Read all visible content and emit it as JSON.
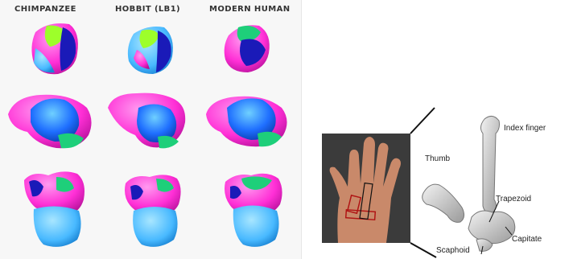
{
  "left_panel": {
    "columns": [
      "CHIMPANZEE",
      "HOBBIT (LB1)",
      "MODERN HUMAN"
    ],
    "colors": {
      "pink": "#ff2fd6",
      "blue": "#1f6fff",
      "light_blue": "#48b9ff",
      "dark_blue": "#1a1ab8",
      "green": "#1ecf7a",
      "yellow_green": "#9dff2a"
    }
  },
  "right_panel": {
    "labels": {
      "index_finger": "Index finger",
      "thumb": "Thumb",
      "trapezoid": "Trapezoid",
      "capitate": "Capitate",
      "scaphoid": "Scaphoid"
    },
    "colors": {
      "outline": "#111111",
      "bone": "#d8d8d8",
      "skin": "#c9896a",
      "box": "#b01515"
    }
  }
}
